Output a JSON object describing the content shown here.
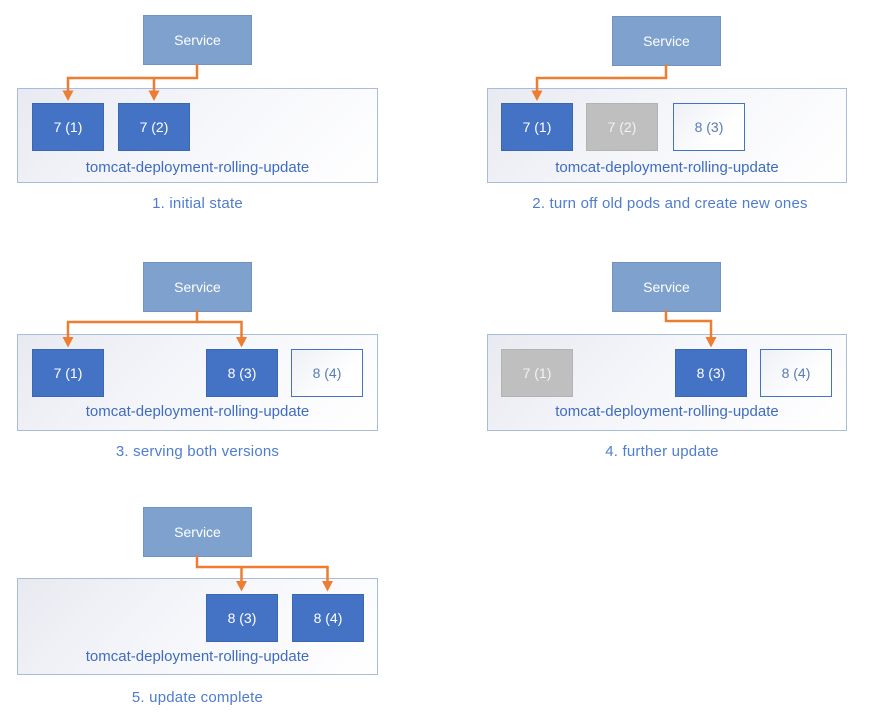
{
  "colors": {
    "arrow": "#ED7D31",
    "service_fill": "#7EA1CE",
    "service_border": "#7093C2",
    "pod_active_fill": "#4472C4",
    "pod_active_border": "#3B66B0",
    "pod_terminated_fill": "#BFBFBF",
    "pod_terminated_border": "#B3B3B3",
    "pod_new_border": "#4472C4",
    "pod_new_text": "#5B7BB4",
    "container_border": "#A9BDDB",
    "deployment_label_text": "#3F6CC1",
    "caption_text": "#4E7CD0"
  },
  "panels": [
    {
      "service_label": "Service",
      "deployment_name": "tomcat-deployment-rolling-update",
      "caption": "1. initial state",
      "pods": [
        {
          "label": "7 (1)",
          "state": "active"
        },
        {
          "label": "7 (2)",
          "state": "active"
        }
      ]
    },
    {
      "service_label": "Service",
      "deployment_name": "tomcat-deployment-rolling-update",
      "caption": "2. turn off old pods and create new ones",
      "pods": [
        {
          "label": "7 (1)",
          "state": "active"
        },
        {
          "label": "7 (2)",
          "state": "terminated"
        },
        {
          "label": "8 (3)",
          "state": "new"
        }
      ]
    },
    {
      "service_label": "Service",
      "deployment_name": "tomcat-deployment-rolling-update",
      "caption": "3. serving both versions",
      "pods": [
        {
          "label": "7 (1)",
          "state": "active"
        },
        {
          "label": "8 (3)",
          "state": "active"
        },
        {
          "label": "8 (4)",
          "state": "new"
        }
      ]
    },
    {
      "service_label": "Service",
      "deployment_name": "tomcat-deployment-rolling-update",
      "caption": "4. further update",
      "pods": [
        {
          "label": "7 (1)",
          "state": "terminated"
        },
        {
          "label": "8 (3)",
          "state": "active"
        },
        {
          "label": "8 (4)",
          "state": "new"
        }
      ]
    },
    {
      "service_label": "Service",
      "deployment_name": "tomcat-deployment-rolling-update",
      "caption": "5. update complete",
      "pods": [
        {
          "label": "8 (3)",
          "state": "active"
        },
        {
          "label": "8 (4)",
          "state": "active"
        }
      ]
    }
  ]
}
